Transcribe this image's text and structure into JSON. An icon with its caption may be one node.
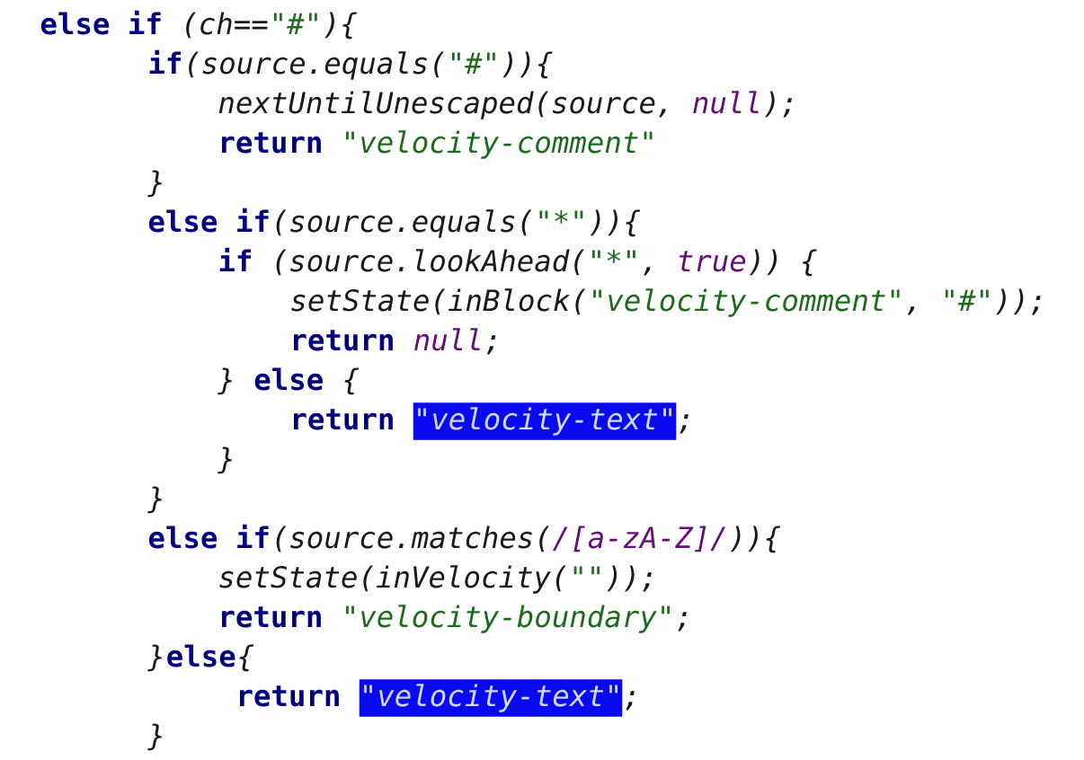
{
  "diagram": {
    "labels": [
      "else if",
      "(ch==",
      "\"#\"",
      "){",
      "if",
      "(source.equals(",
      "\"#\"",
      ")){",
      "nextUntilUnescaped(source,",
      "null",
      ");",
      "return",
      "\"velocity-comment\"",
      "}",
      "else if",
      "(source.equals(",
      "\"*\"",
      ")){",
      "if",
      "(source.lookAhead(",
      "\"*\"",
      ",",
      "true",
      ")) {",
      "setState(inBlock(",
      "\"velocity-comment\"",
      ",",
      "\"#\"",
      "));",
      "return",
      "null",
      ";",
      "}",
      "else",
      "{",
      "return",
      "\"velocity-text\"",
      ";",
      "}",
      "}",
      "else if",
      "(source.matches(",
      "/[a-zA-Z]/",
      ")){",
      "setState(inVelocity(",
      "\"\"",
      "));",
      "return",
      "\"velocity-boundary\"",
      ";",
      "}",
      "else",
      "{",
      "return",
      "\"velocity-text\"",
      ";",
      "}"
    ]
  }
}
